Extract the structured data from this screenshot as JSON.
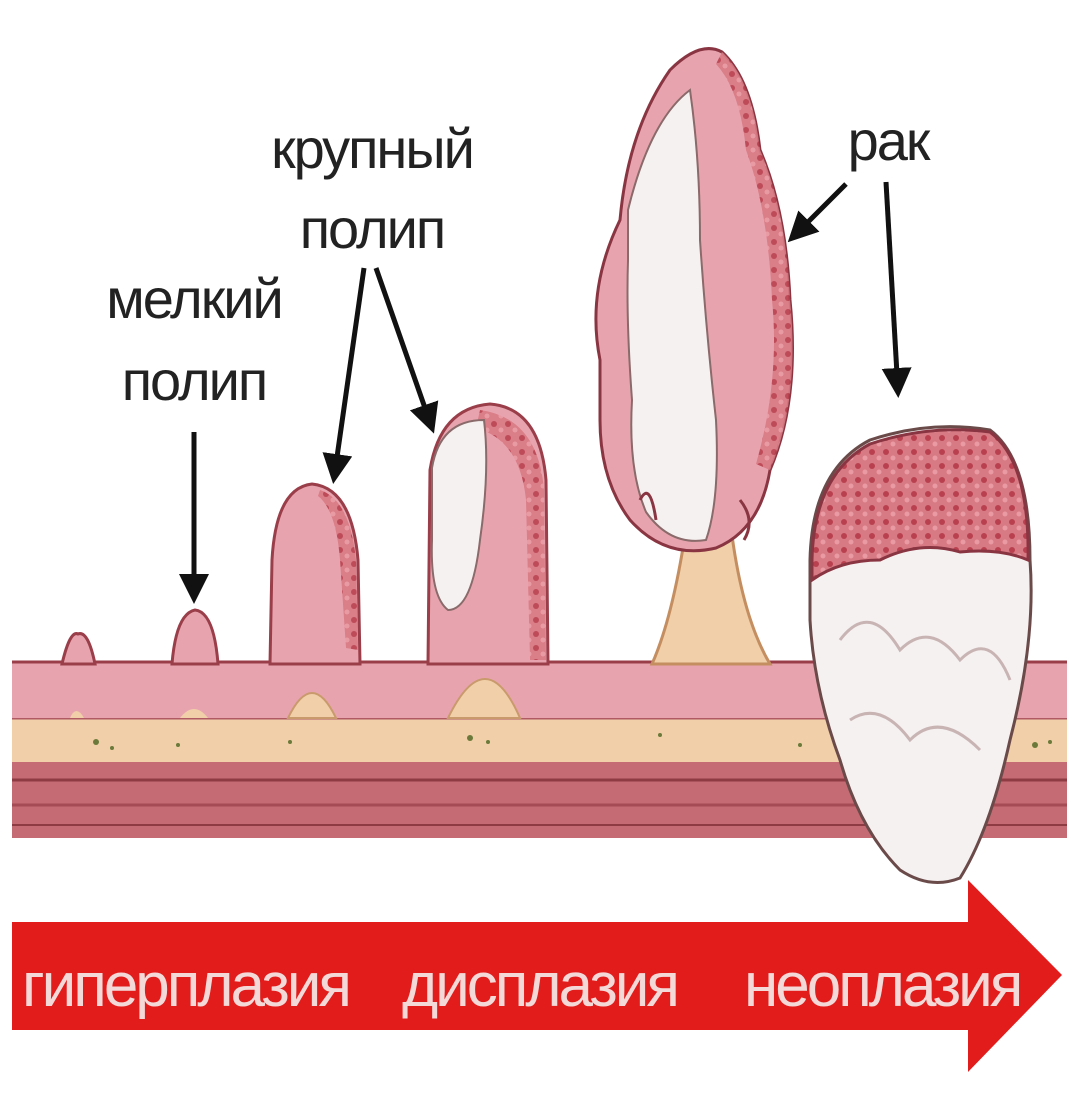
{
  "labels": {
    "small_polyp": [
      "мелкий",
      "полип"
    ],
    "large_polyp": [
      "крупный",
      "полип"
    ],
    "cancer": "рак"
  },
  "stages": [
    "гиперплазия",
    "дисплазия",
    "неоплазия"
  ],
  "colors": {
    "mucosa": "#e8a4ae",
    "mucosa_dark": "#b8505c",
    "stroma": "#f1cfa8",
    "muscle": "#c56b73",
    "tumor_white": "#f6f1f1",
    "cancer_crust": "#d8707a",
    "arrow_red": "#e21b1b",
    "label_text": "#222222"
  }
}
